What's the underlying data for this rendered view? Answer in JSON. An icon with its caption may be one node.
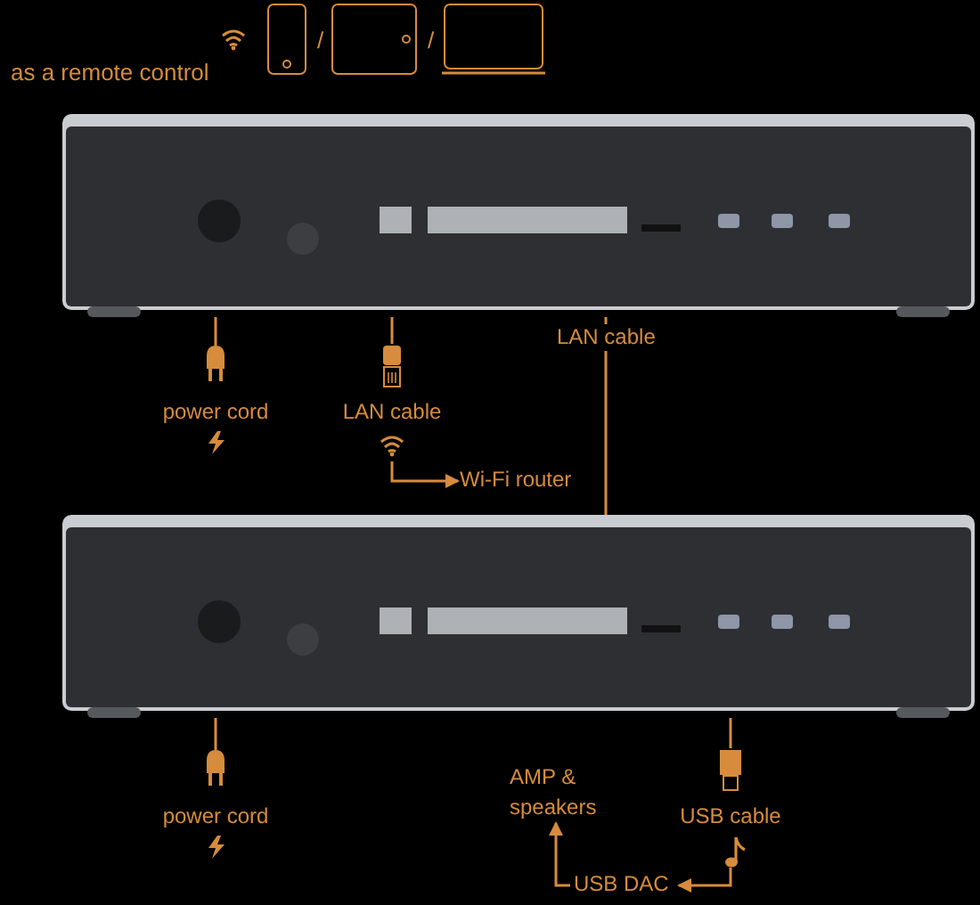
{
  "diagram": {
    "nodes": [
      {
        "text": [],
        "shape": "picture"
      },
      {
        "text": [
          "power cord"
        ]
      },
      {
        "text": [
          "LAN cable"
        ]
      },
      {
        "text": [
          "Wi-Fi router"
        ]
      },
      {
        "text": [],
        "shape": "picture"
      },
      {
        "text": [
          "power cord"
        ]
      },
      {
        "text": [
          "USB cable"
        ]
      },
      {
        "text": [
          "AMP & speakers"
        ]
      },
      {
        "text": [
          "USB DAC"
        ]
      }
    ],
    "edges": [
      {
        "from": 0,
        "to": 1,
        "arrow": "none"
      },
      {
        "from": 0,
        "to": 2,
        "arrow": "none"
      },
      {
        "from": 2,
        "to": 3,
        "arrow": "to"
      },
      {
        "from": 0,
        "to": 4,
        "arrow": "none",
        "label": "LAN cable"
      },
      {
        "from": 4,
        "to": 5,
        "arrow": "none"
      },
      {
        "from": 4,
        "to": 6,
        "arrow": "none"
      },
      {
        "from": 6,
        "to": 8,
        "arrow": "to"
      },
      {
        "from": 8,
        "to": 7,
        "arrow": "to"
      }
    ],
    "labels": [
      "as a remote control",
      "/",
      "/"
    ]
  }
}
